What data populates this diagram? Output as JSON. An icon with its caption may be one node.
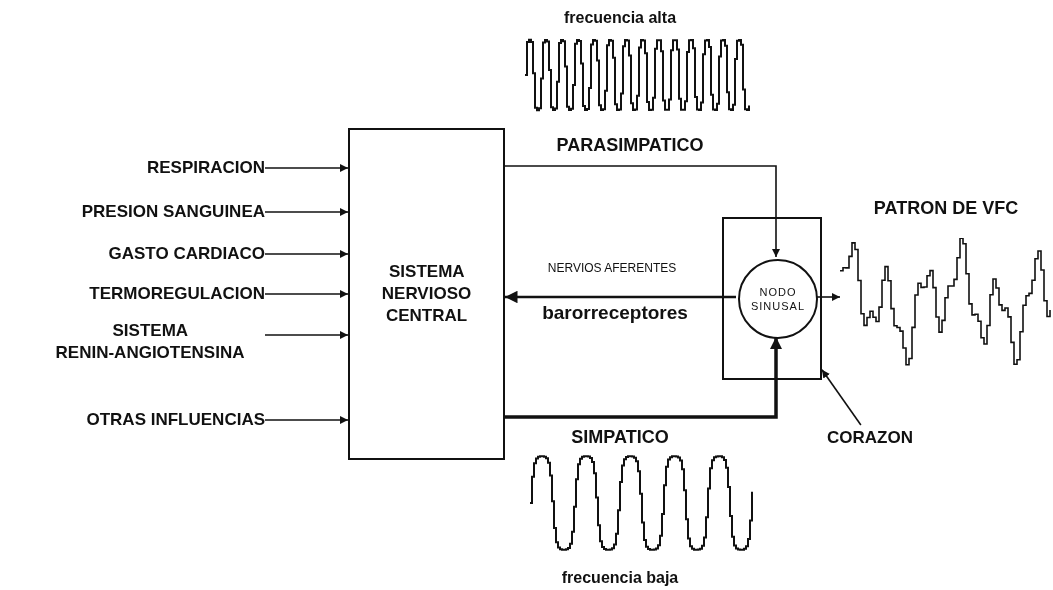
{
  "diagram": {
    "nodes": [
      {
        "text": [
          "RESPIRACION"
        ]
      },
      {
        "text": [
          "PRESION SANGUINEA"
        ]
      },
      {
        "text": [
          "GASTO CARDIACO"
        ]
      },
      {
        "text": [
          "TERMOREGULACION"
        ]
      },
      {
        "text": [
          "SISTEMA RENIN-ANGIOTENSINA"
        ]
      },
      {
        "text": [
          "OTRAS INFLUENCIAS"
        ]
      },
      {
        "text": [
          "SISTEMA NERVIOSO CENTRAL"
        ]
      },
      {
        "text": [],
        "shape": "box"
      },
      {
        "text": [
          "NODO SINUSAL"
        ],
        "in": 7
      },
      {
        "text": [],
        "shape": "picture",
        "beside": [
          "PATRON DE VFC"
        ]
      },
      {
        "text": [
          "CORAZON"
        ]
      }
    ],
    "edges": [
      {
        "from": 0,
        "to": 6,
        "arrow": "to"
      },
      {
        "from": 1,
        "to": 6,
        "arrow": "to"
      },
      {
        "from": 2,
        "to": 6,
        "arrow": "to"
      },
      {
        "from": 3,
        "to": 6,
        "arrow": "to"
      },
      {
        "from": 4,
        "to": 6,
        "arrow": "to"
      },
      {
        "from": 5,
        "to": 6,
        "arrow": "to"
      },
      {
        "from": 6,
        "to": 8,
        "arrow": "to",
        "label": "PARASIMPATICO"
      },
      {
        "from": 8,
        "to": 6,
        "arrow": "to",
        "label": "NERVIOS AFERENTES"
      },
      {
        "from": 6,
        "to": 8,
        "arrow": "to",
        "label": "SIMPATICO",
        "style": "thick"
      },
      {
        "from": 8,
        "to": 9,
        "arrow": "to"
      },
      {
        "from": 10,
        "to": 7,
        "arrow": "to"
      }
    ],
    "labels": [
      "frecuencia alta",
      "barorreceptores",
      "frecuencia baja"
    ]
  }
}
